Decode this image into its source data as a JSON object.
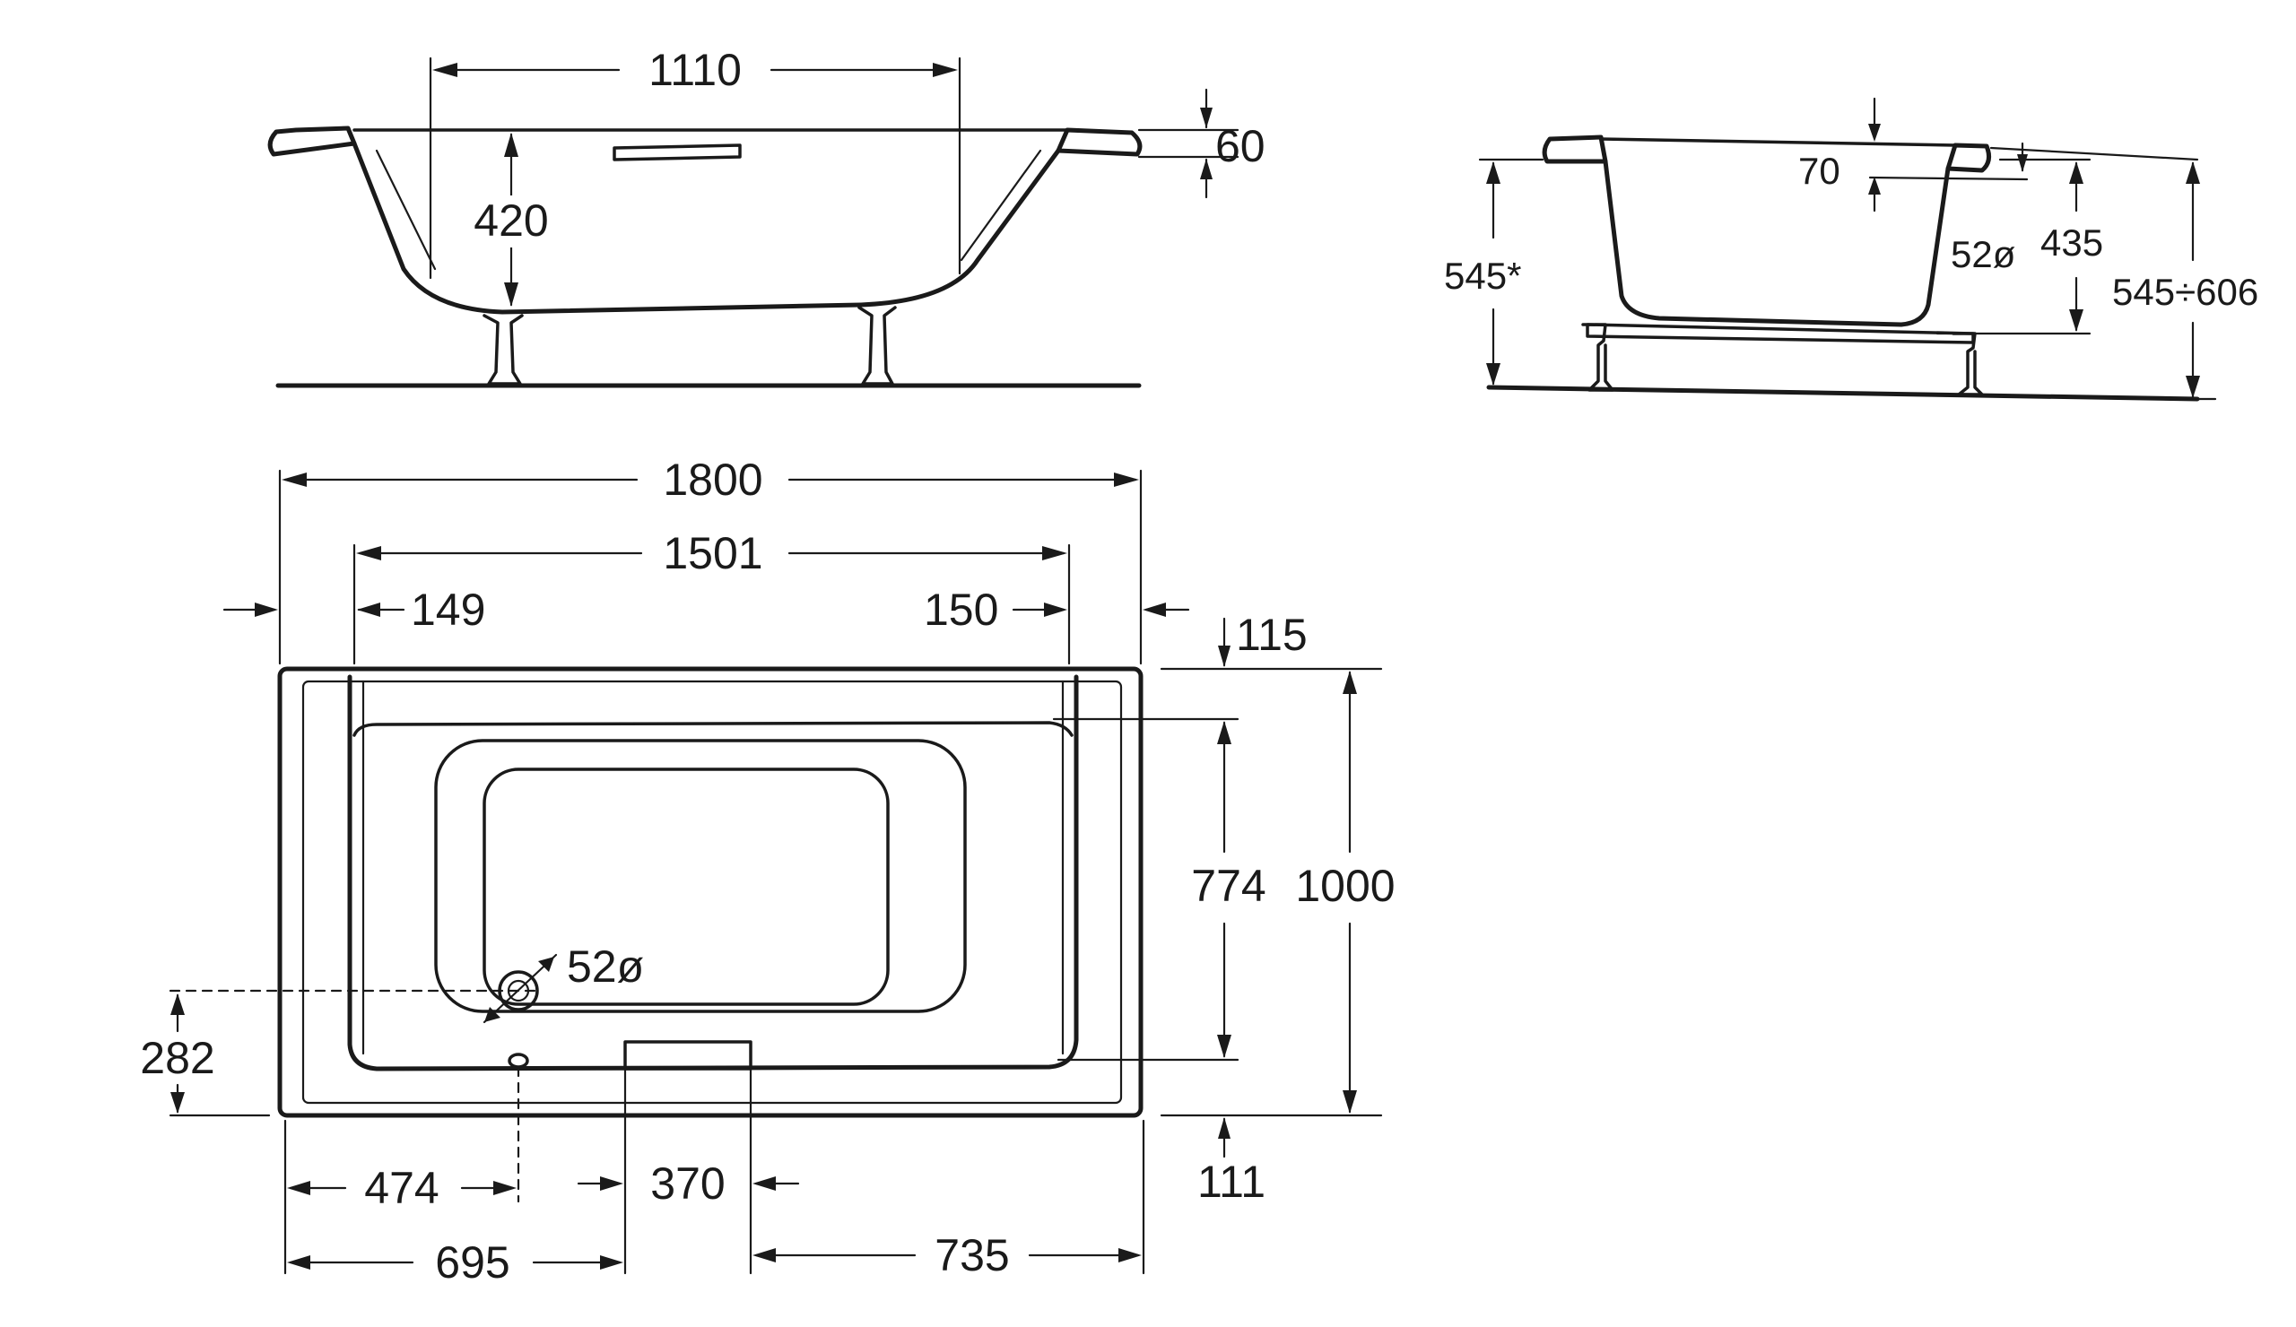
{
  "colors": {
    "ink": "#1a1a1a",
    "background": "#ffffff"
  },
  "side_view": {
    "dim_top_length": "1110",
    "dim_depth": "420",
    "dim_rim": "60"
  },
  "end_view": {
    "dim_inner_offset": "70",
    "dim_height_star": "545*",
    "dim_inner_height": "435",
    "dim_waste": "52ø",
    "dim_height_range": "545÷606"
  },
  "plan_view": {
    "dim_length": "1800",
    "dim_inner_length": "1501",
    "dim_left_rim": "149",
    "dim_right_rim": "150",
    "dim_top_rim": "115",
    "dim_inner_width": "774",
    "dim_width": "1000",
    "dim_waste": "52ø",
    "dim_waste_y": "282",
    "dim_bottom_rim": "111",
    "dim_waste_x": "474",
    "dim_overflow_x": "695",
    "dim_overflow_w": "370",
    "dim_right_to_overflow": "735"
  }
}
